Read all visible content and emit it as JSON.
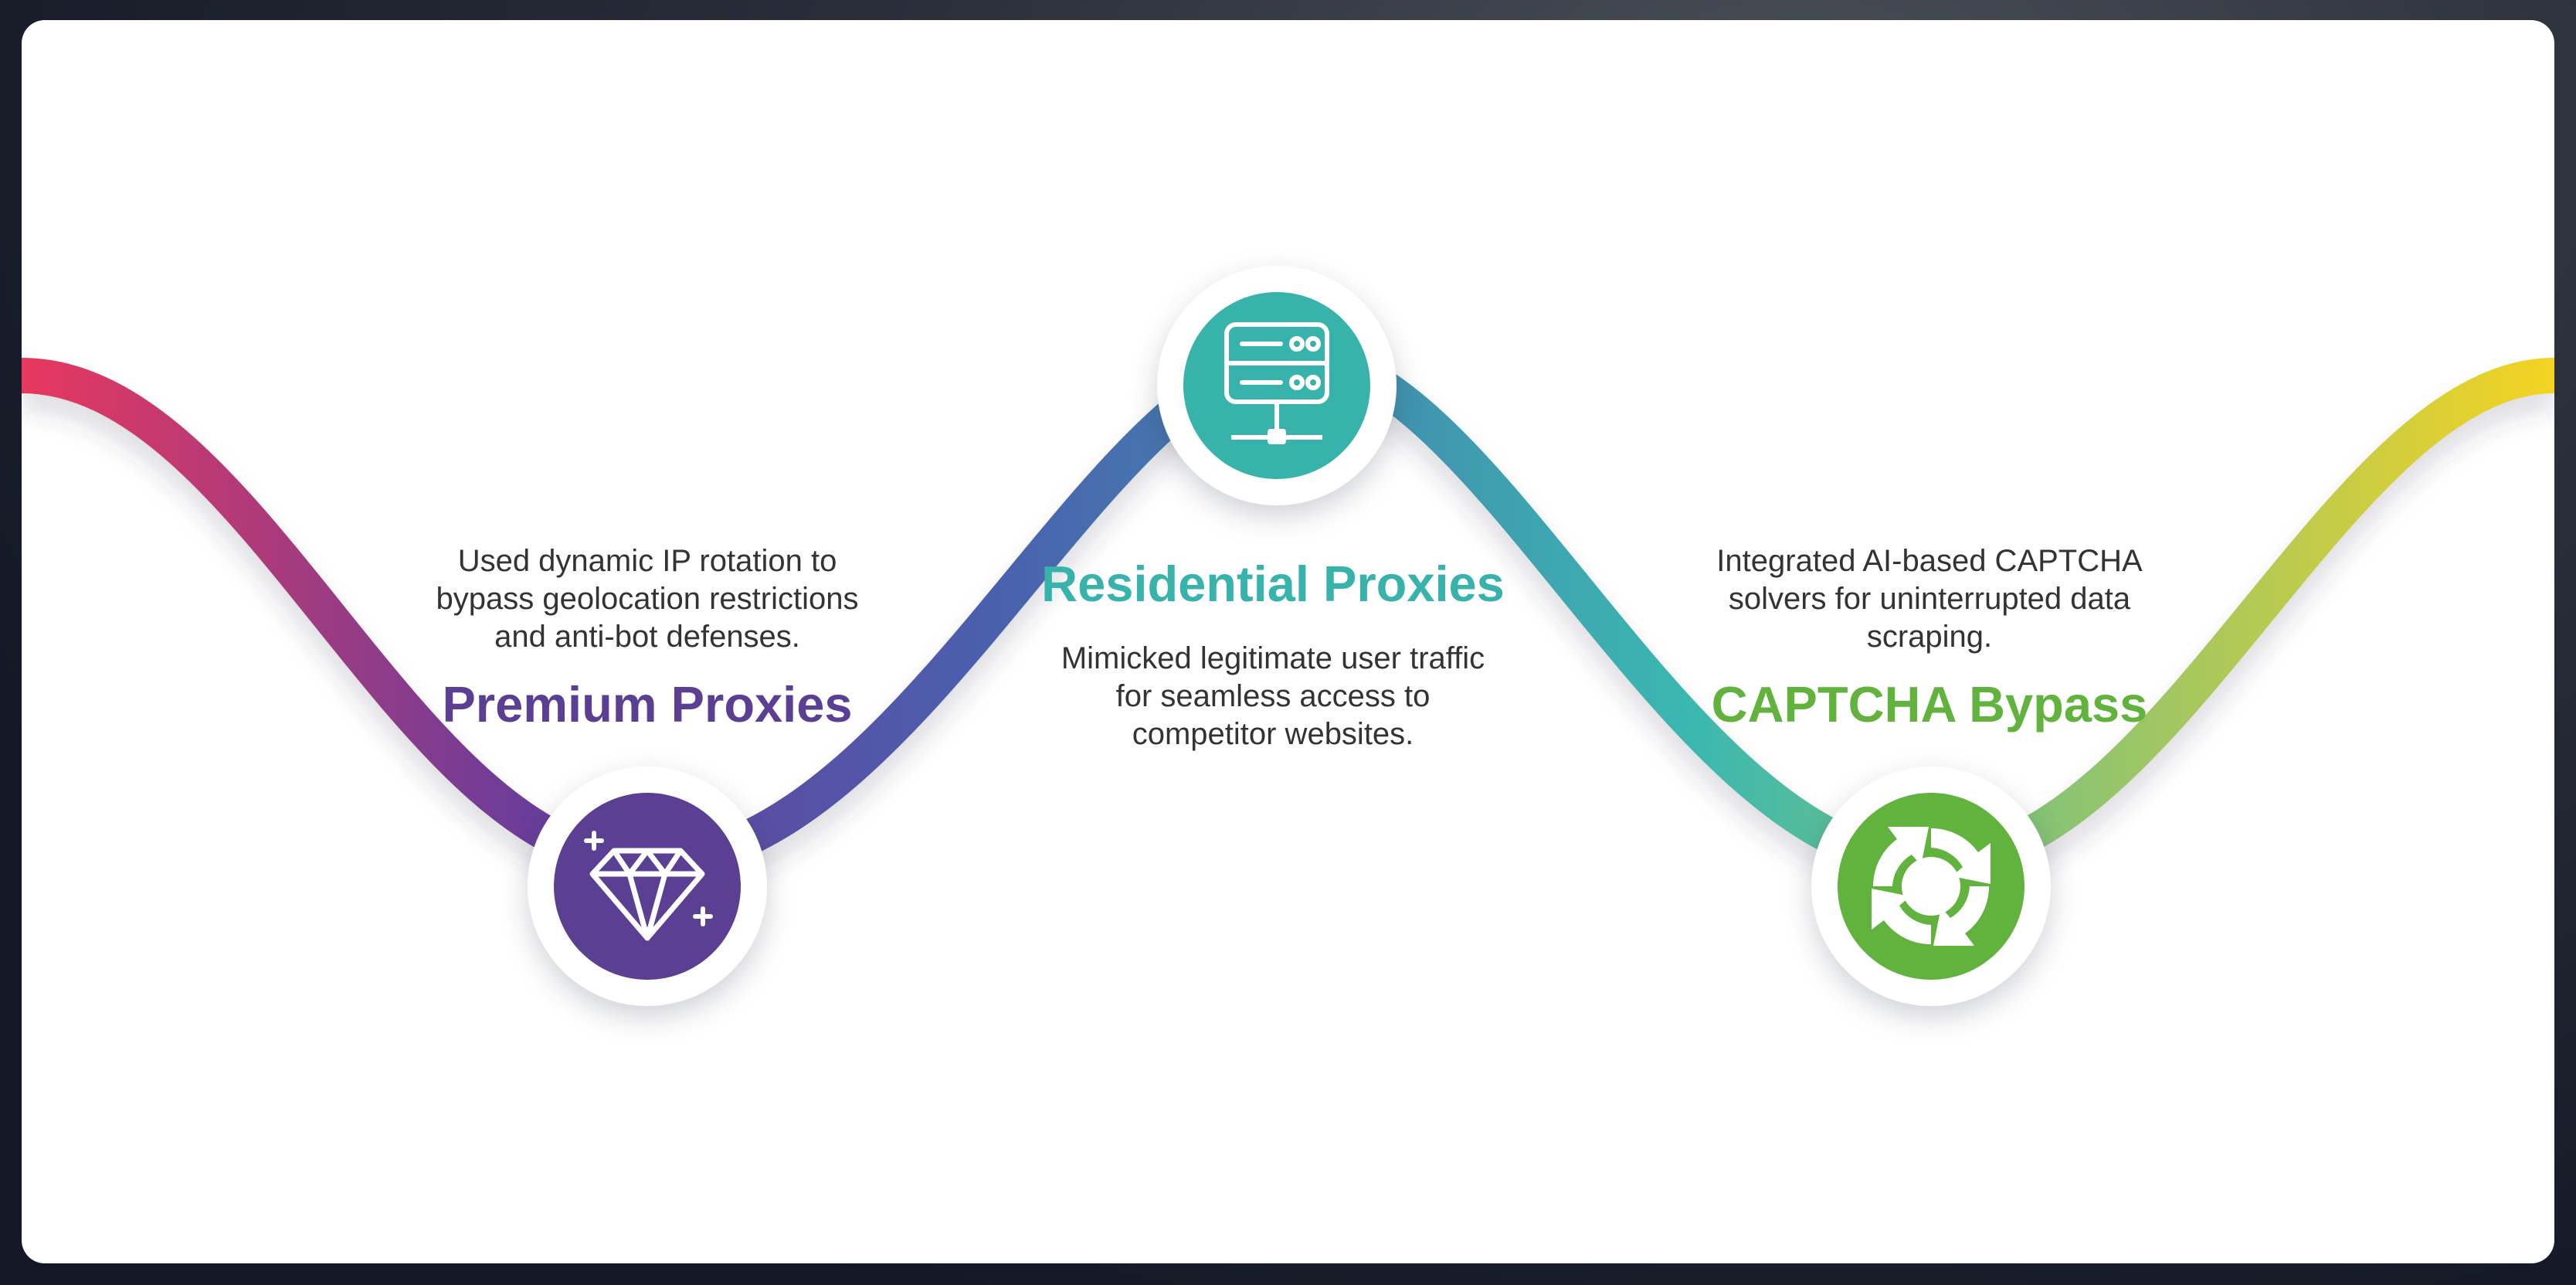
{
  "colors": {
    "wave_start": "#e8385e",
    "wave_purple": "#6a3d9a",
    "wave_blue": "#4a5fae",
    "wave_teal": "#3bb8b0",
    "wave_end": "#f5d321",
    "premium": "#5b3f93",
    "residential": "#38b3ac",
    "captcha": "#62b33e"
  },
  "steps": [
    {
      "title": "Premium Proxies",
      "description_lines": [
        "Used dynamic IP rotation to",
        "bypass geolocation restrictions",
        "and anti-bot defenses."
      ],
      "icon": "diamond-icon",
      "color": "#5b3f93"
    },
    {
      "title": "Residential Proxies",
      "description_lines": [
        "Mimicked legitimate user traffic",
        "for seamless access to",
        "competitor websites."
      ],
      "icon": "server-network-icon",
      "color": "#38b3ac"
    },
    {
      "title": "CAPTCHA Bypass",
      "description_lines": [
        "Integrated AI-based CAPTCHA",
        "solvers for uninterrupted data",
        "scraping."
      ],
      "icon": "refresh-cycle-icon",
      "color": "#62b33e"
    }
  ]
}
